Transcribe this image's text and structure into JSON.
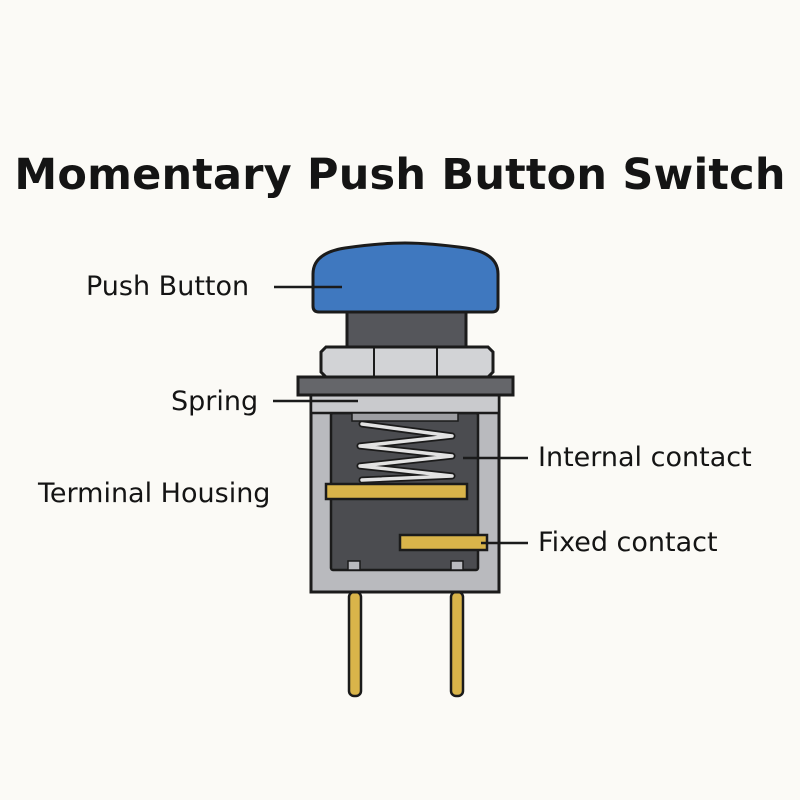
{
  "title": "Momentary Push Button Switch",
  "labels": {
    "push_button": "Push Button",
    "spring": "Spring",
    "terminal_housing": "Terminal Housing",
    "internal_contact": "Internal contact",
    "fixed_contact": "Fixed contact"
  },
  "colors": {
    "background": "#fbfaf6",
    "button_cap": "#3f78bf",
    "plunger": "#55565b",
    "nut": "#d2d3d6",
    "flange": "#65666a",
    "housing": "#b9babe",
    "cavity": "#4b4c50",
    "spring": "#e2e2e2",
    "contact": "#d9b44a",
    "outline": "#1b1b1b"
  }
}
